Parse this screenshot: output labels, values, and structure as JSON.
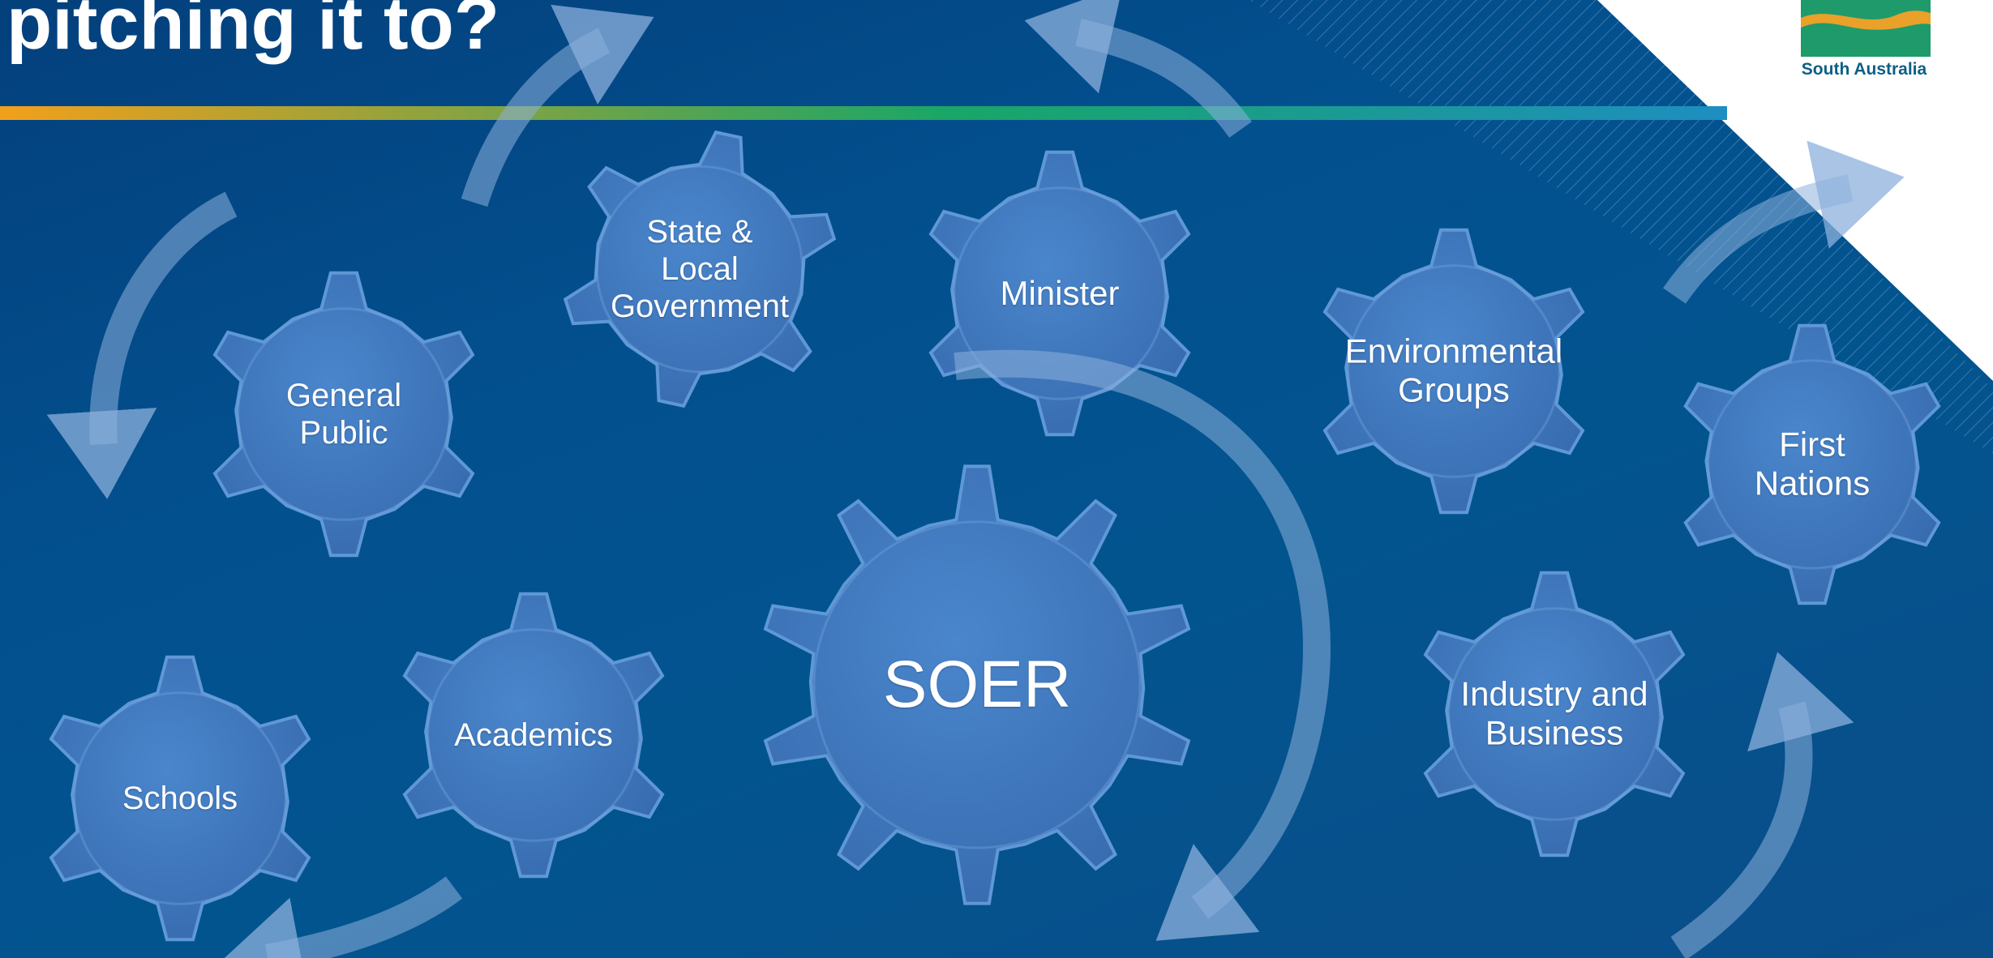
{
  "slide": {
    "title": "pitching it to?",
    "logo_text": "South Australia"
  },
  "colors": {
    "background": "#034c8a",
    "gear_fill": "#3d78bf",
    "gear_stroke": "#5f98d6",
    "arrow": "#8cb0dc",
    "band_start": "#f2a01c",
    "band_mid": "#19a667",
    "band_end": "#1d8ec0",
    "logo_green": "#1f9a6a",
    "logo_orange": "#e9a12a",
    "logo_blue": "#1e7fb6"
  },
  "gears": [
    {
      "id": "soer",
      "label": "SOER"
    },
    {
      "id": "general-public",
      "label": "General\nPublic"
    },
    {
      "id": "state-local-government",
      "label": "State &\nLocal\nGovernment"
    },
    {
      "id": "minister",
      "label": "Minister"
    },
    {
      "id": "environmental-groups",
      "label": "Environmental\nGroups"
    },
    {
      "id": "first-nations",
      "label": "First\nNations"
    },
    {
      "id": "industry-business",
      "label": "Industry and\nBusiness"
    },
    {
      "id": "academics",
      "label": "Academics"
    },
    {
      "id": "schools",
      "label": "Schools"
    }
  ]
}
